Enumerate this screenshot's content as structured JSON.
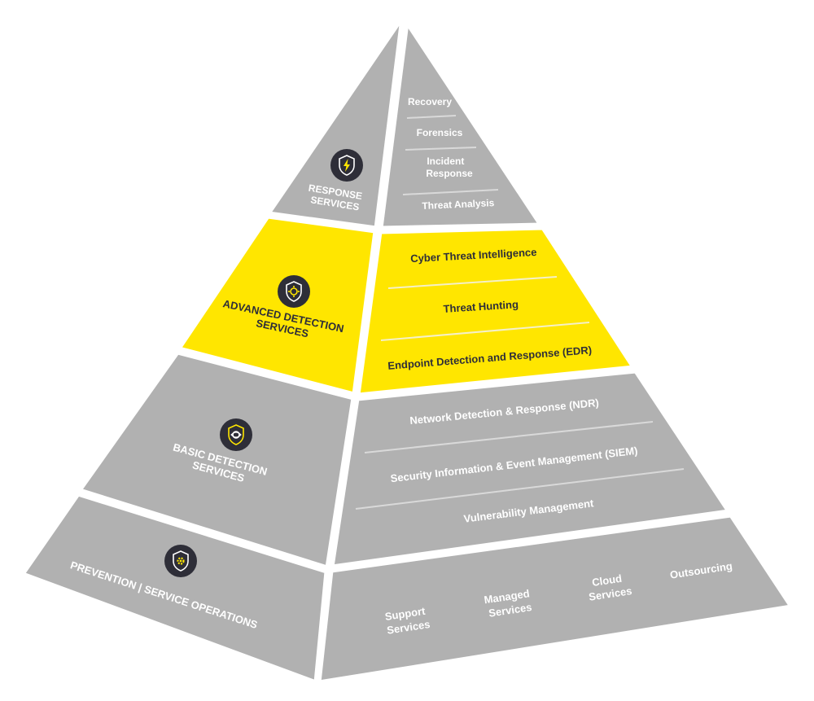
{
  "colors": {
    "tier_gray": "#b1b1b1",
    "tier_highlight": "#ffe600",
    "separator": "#ffffff",
    "divider_line": "#d9d9d9",
    "icon_bg": "#2e2e38",
    "icon_accent": "#ffe600",
    "text_light": "#ffffff",
    "text_dark": "#2e2e38"
  },
  "tiers": {
    "response": {
      "title_lines": [
        "RESPONSE",
        "SERVICES"
      ],
      "icon": "shield-lightning-icon",
      "items": [
        "Recovery",
        "Forensics",
        "Incident Response",
        "Threat Analysis"
      ],
      "item_lines": {
        "incident": [
          "Incident",
          "Response"
        ]
      }
    },
    "advanced": {
      "title_lines": [
        "ADVANCED DETECTION",
        "SERVICES"
      ],
      "icon": "shield-target-icon",
      "highlighted": true,
      "items": [
        "Cyber Threat Intelligence",
        "Threat Hunting",
        "Endpoint Detection and Response (EDR)"
      ]
    },
    "basic": {
      "title_lines": [
        "BASIC DETECTION",
        "SERVICES"
      ],
      "icon": "shield-eye-icon",
      "items": [
        "Network Detection & Response (NDR)",
        "Security Information & Event Management (SIEM)",
        "Vulnerability Management"
      ]
    },
    "prevention": {
      "title_lines": [
        "PREVENTION | SERVICE OPERATIONS"
      ],
      "icon": "shield-gear-icon",
      "items": [
        "Support Services",
        "Managed Services",
        "Cloud Services",
        "Outsourcing"
      ],
      "item_lines": {
        "support": [
          "Support",
          "Services"
        ],
        "managed": [
          "Managed",
          "Services"
        ],
        "cloud": [
          "Cloud",
          "Services"
        ],
        "outsourcing": [
          "Outsourcing"
        ]
      }
    }
  }
}
